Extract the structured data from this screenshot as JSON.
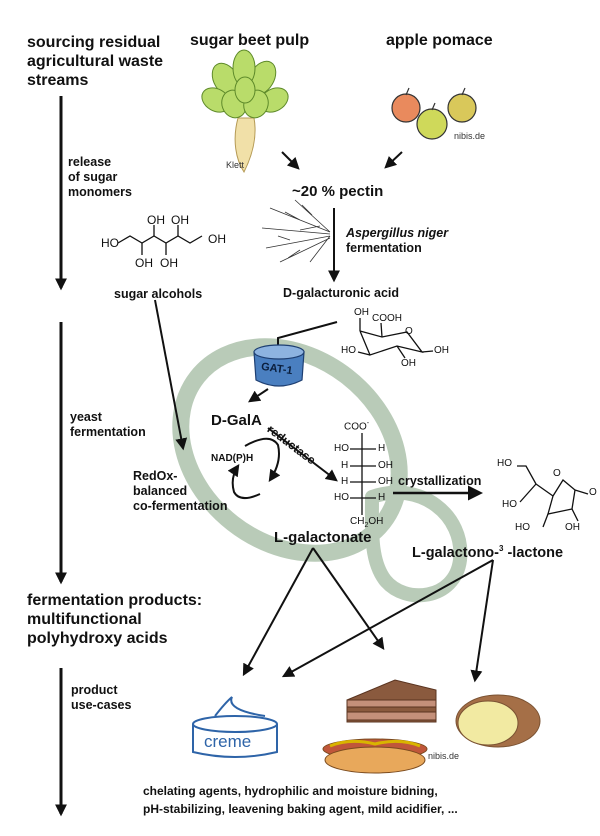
{
  "stages": {
    "sourcing": "sourcing residual agricultural waste streams",
    "sourcing_lines": [
      "sourcing residual",
      "agricultural waste",
      "streams"
    ],
    "release": [
      "release",
      "of sugar",
      "monomers"
    ],
    "yeast": [
      "yeast",
      "fermentation"
    ],
    "products_heading": [
      "fermentation products:",
      "multifunctional",
      "polyhydroxy acids"
    ],
    "usecases": [
      "product",
      "use-cases"
    ]
  },
  "sources": {
    "beet": {
      "label": "sugar beet pulp",
      "credit": "Klett"
    },
    "apple": {
      "label": "apple pomace",
      "credit": "nibis.de"
    }
  },
  "pectin": "~20 % pectin",
  "fungus": {
    "name": "Aspergillus niger",
    "process": "fermentation"
  },
  "sugar_alcohols": {
    "label": "sugar alcohols",
    "groups": [
      "HO",
      "OH",
      "OH",
      "OH",
      "OH",
      "OH"
    ]
  },
  "galacturonic": {
    "prefix": "D",
    "label": "-galacturonic acid",
    "groups": {
      "oh_top": "OH",
      "cooh": "COOH",
      "ho_left": "HO",
      "oh_bottom": "OH",
      "oh_right": "OH",
      "o_ring": "O"
    }
  },
  "transporter": "GAT-1",
  "galA": {
    "prefix": "D",
    "label": "-GalA"
  },
  "cofactor": "NAD(P)H",
  "enzyme": "reductase",
  "redox": [
    "RedOx-",
    "balanced",
    "co-fermentation"
  ],
  "fischer": {
    "top": "COO",
    "charge": "-",
    "rows": [
      [
        "HO",
        "H"
      ],
      [
        "H",
        "OH"
      ],
      [
        "H",
        "OH"
      ],
      [
        "HO",
        "H"
      ]
    ],
    "bottom": "CH",
    "bottom_sub": "2",
    "bottom_end": "OH"
  },
  "galactonate": {
    "prefix": "L",
    "label": "-galactonate"
  },
  "crystallization": "crystallization",
  "lactone": {
    "prefix": "L",
    "label": "-galactono-",
    "sup": "3",
    "label_end": " -lactone",
    "groups": {
      "ho_top": "HO",
      "ho_left": "HO",
      "ring_o": "O",
      "carbonyl_o": "O",
      "ho_bottom": "HO",
      "oh_bottom": "OH"
    }
  },
  "products": {
    "creme": "creme",
    "credit": "nibis.de",
    "description": [
      "chelating agents, hydrophilic and moisture bidning,",
      "pH-stabilizing, leavening baking agent, mild acidifier, ..."
    ]
  },
  "colors": {
    "loop": "#b9cbb8",
    "transporter": "#4a7fc0",
    "creme": "#2e64a8"
  }
}
